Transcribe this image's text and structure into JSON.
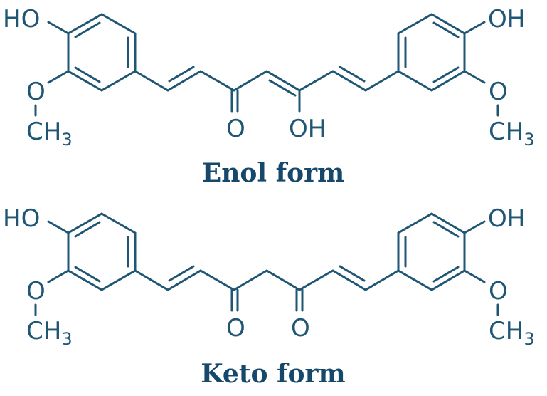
{
  "diagram": {
    "type": "chemical-structure",
    "colors": {
      "bond": "#1f5674",
      "caption": "#15486a",
      "background": "#ffffff"
    },
    "enol": {
      "caption": "Enol form",
      "left_ring": {
        "hydroxyl_label": "HO",
        "methoxy_o_label": "O",
        "methyl_label": "CH",
        "methyl_sub": "3"
      },
      "chain": {
        "carbonyl_label": "O",
        "enol_oh_label": "OH"
      },
      "right_ring": {
        "hydroxyl_label": "OH",
        "methoxy_o_label": "O",
        "methyl_label": "CH",
        "methyl_sub": "3"
      }
    },
    "keto": {
      "caption": "Keto form",
      "left_ring": {
        "hydroxyl_label": "HO",
        "methoxy_o_label": "O",
        "methyl_label": "CH",
        "methyl_sub": "3"
      },
      "chain": {
        "carbonyl1_label": "O",
        "carbonyl2_label": "O"
      },
      "right_ring": {
        "hydroxyl_label": "OH",
        "methoxy_o_label": "O",
        "methyl_label": "CH",
        "methyl_sub": "3"
      }
    }
  }
}
